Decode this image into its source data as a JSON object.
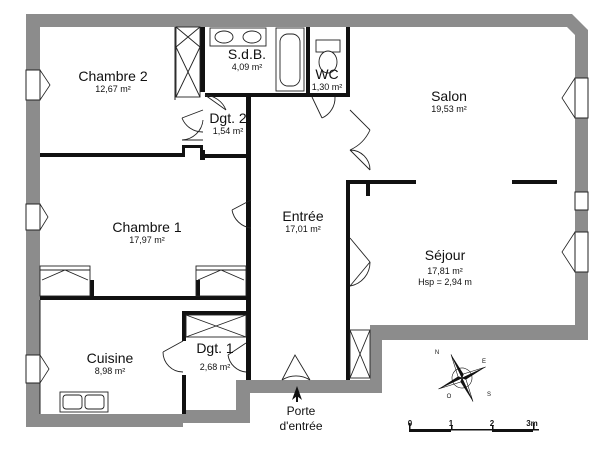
{
  "rooms": {
    "chambre2": {
      "name": "Chambre 2",
      "area": "12,67 m²"
    },
    "sdb": {
      "name": "S.d.B.",
      "area": "4,09 m²"
    },
    "wc": {
      "name": "WC",
      "area": "1,30 m²"
    },
    "salon": {
      "name": "Salon",
      "area": "19,53 m²"
    },
    "dgt2": {
      "name": "Dgt. 2",
      "area": "1,54 m²"
    },
    "chambre1": {
      "name": "Chambre 1",
      "area": "17,97 m²"
    },
    "entree": {
      "name": "Entrée",
      "area": "17,01 m²"
    },
    "sejour": {
      "name": "Séjour",
      "area": "17,81 m²",
      "height": "Hsp = 2,94 m"
    },
    "cuisine": {
      "name": "Cuisine",
      "area": "8,98 m²"
    },
    "dgt1": {
      "name": "Dgt. 1",
      "area": "2,68 m²"
    }
  },
  "entrance": {
    "line1": "Porte",
    "line2": "d'entrée"
  },
  "scale": {
    "ticks": [
      "0",
      "1",
      "2",
      "3m"
    ]
  },
  "compass": {
    "n": "N",
    "e": "E",
    "s": "S",
    "o": "O"
  },
  "colors": {
    "wall": "#8c8c8c",
    "partition": "#111111",
    "line": "#222222"
  }
}
